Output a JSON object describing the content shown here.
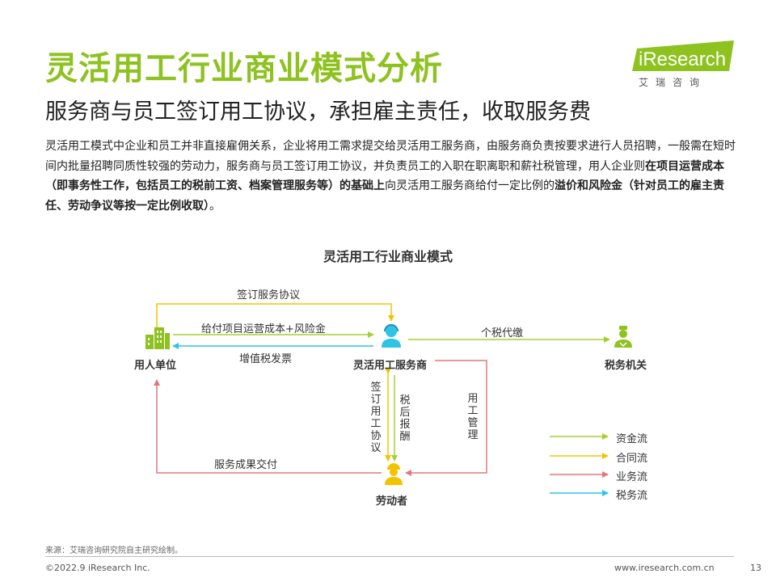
{
  "header": {
    "title": "灵活用工行业商业模式分析",
    "subtitle": "服务商与员工签订用工协议，承担雇主责任，收取服务费",
    "logo_brand": "iResearch",
    "logo_cn": "艾瑞咨询"
  },
  "intro": {
    "part1": "灵活用工模式中企业和员工并非直接雇佣关系，企业将用工需求提交给灵活用工服务商，由服务商负责按要求进行人员招聘，一般需在短时间内批量招聘同质性较强的劳动力，服务商与员工签订用工协议，并负责员工的入职在职离职和薪社税管理，用人企业则",
    "bold1": "在项目运营成本（即事务性工作，包括员工的税前工资、档案管理服务等）的基础上",
    "part2": "向灵活用工服务商给付一定比例的",
    "bold2": "溢价和风险金（针对员工的雇主责任、劳动争议等按一定比例收取）",
    "part3": "。"
  },
  "diagram": {
    "title": "灵活用工行业商业模式",
    "nodes": {
      "employer": "用人单位",
      "provider": "灵活用工服务商",
      "tax": "税务机关",
      "worker": "劳动者"
    },
    "edges": {
      "sign_service": "签订服务协议",
      "pay_cost": "给付项目运营成本+风险金",
      "vat_invoice": "增值税发票",
      "withhold_tax": "个税代缴",
      "sign_labor": "签订用工协议",
      "after_tax_pay": "税后报酬",
      "labor_mgmt": "用工管理",
      "deliver_results": "服务成果交付"
    },
    "colors": {
      "fund": "#a6cf35",
      "contract": "#f2c400",
      "business": "#e3787c",
      "tax": "#2ec4e6"
    },
    "legend": [
      "资金流",
      "合同流",
      "业务流",
      "税务流"
    ]
  },
  "footer": {
    "source": "来源：艾瑞咨询研究院自主研究绘制。",
    "copyright": "©2022.9 iResearch Inc.",
    "website": "www.iresearch.com.cn",
    "page": "13"
  }
}
